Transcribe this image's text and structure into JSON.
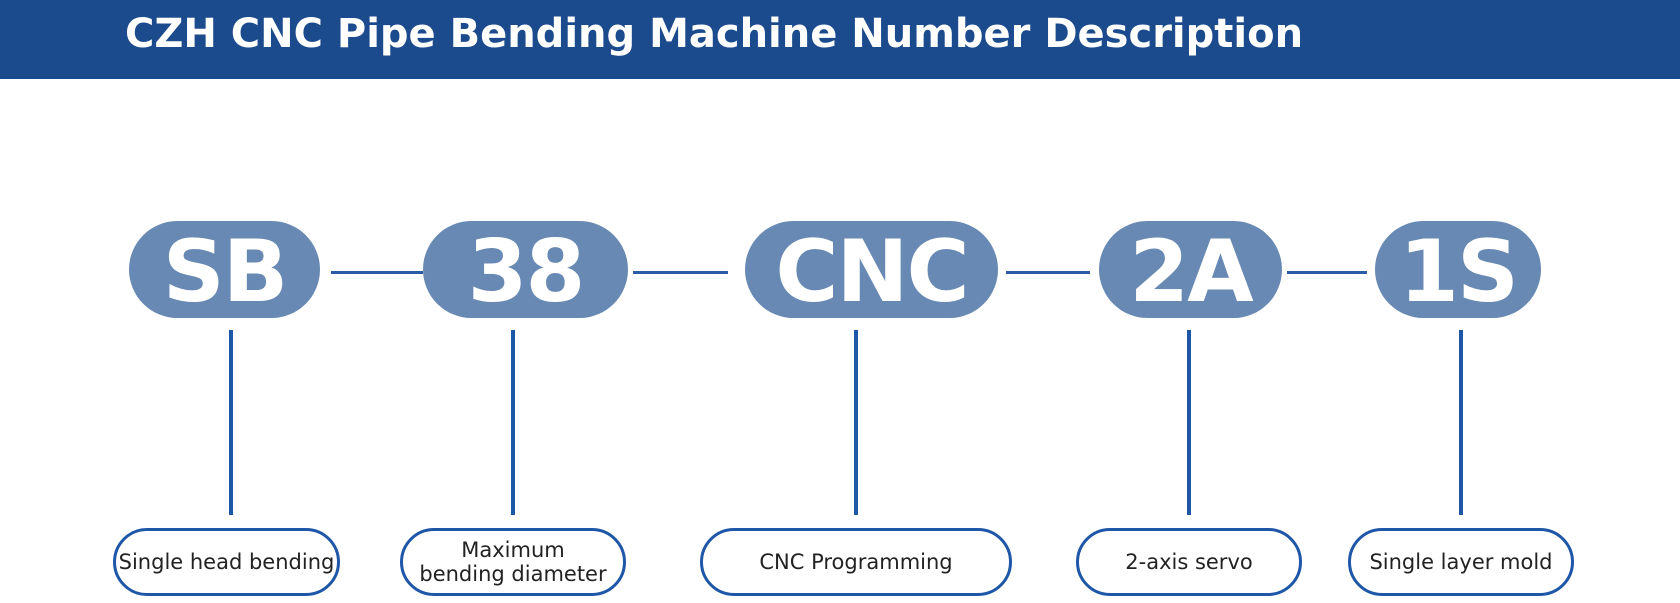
{
  "header": {
    "title": "CZH CNC Pipe Bending Machine Number Description"
  },
  "colors": {
    "header_bg": "#1b4a8d",
    "code_pill_bg": "#6789b3",
    "line": "#1f57a8",
    "text_dark": "#222222"
  },
  "codes": [
    {
      "code": "SB",
      "description": "Single head bending"
    },
    {
      "code": "38",
      "description": "Maximum bending diameter",
      "description_lines": [
        "Maximum",
        "bending diameter"
      ]
    },
    {
      "code": "CNC",
      "description": "CNC Programming"
    },
    {
      "code": "2A",
      "description": "2-axis servo"
    },
    {
      "code": "1S",
      "description": "Single layer mold"
    }
  ]
}
